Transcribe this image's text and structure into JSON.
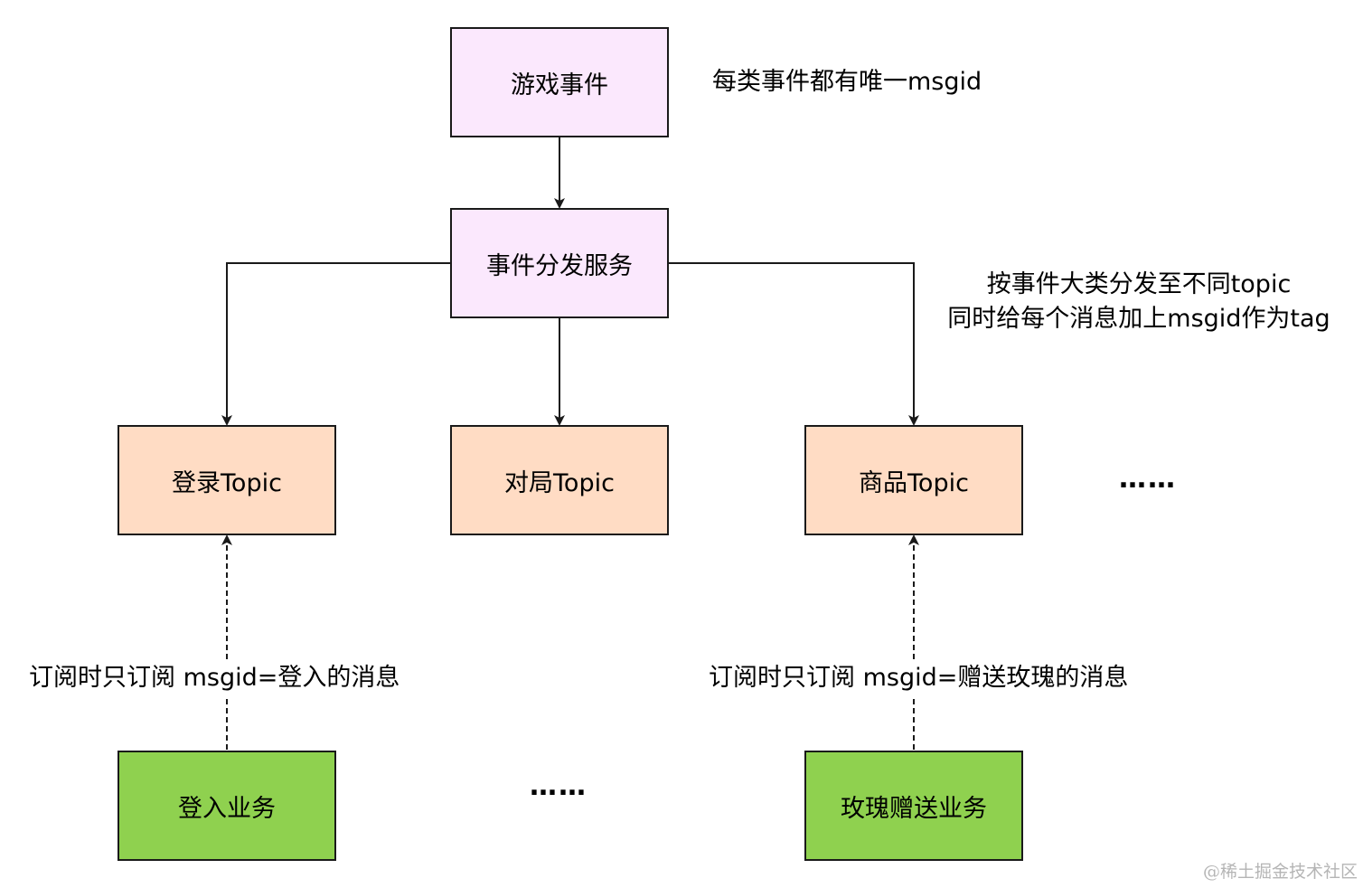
{
  "colors": {
    "event_fill": "#fbe8fd",
    "topic_fill": "#ffdcc4",
    "service_fill": "#8fd14f",
    "stroke": "#1a1a1a"
  },
  "nodes": {
    "game_event": "游戏事件",
    "dispatch_service": "事件分发服务",
    "login_topic": "登录Topic",
    "match_topic": "对局Topic",
    "goods_topic": "商品Topic",
    "login_service": "登入业务",
    "rose_service": "玫瑰赠送业务"
  },
  "annotations": {
    "msgid_note": "每类事件都有唯一msgid",
    "dispatch_note_line1": "按事件大类分发至不同topic",
    "dispatch_note_line2": "同时给每个消息加上msgid作为tag",
    "login_sub_note": "订阅时只订阅 msgid=登入的消息",
    "rose_sub_note": "订阅时只订阅 msgid=赠送玫瑰的消息",
    "topic_ellipsis": "……",
    "service_ellipsis": "……"
  },
  "watermark": "@稀土掘金技术社区"
}
